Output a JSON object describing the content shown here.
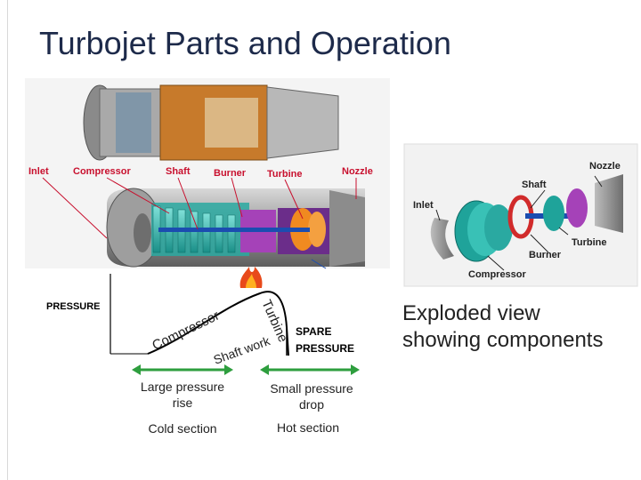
{
  "slide": {
    "title": "Turbojet Parts and Operation"
  },
  "cutaway": {
    "labels": {
      "inlet": "Inlet",
      "compressor": "Compressor",
      "shaft": "Shaft",
      "burner": "Burner",
      "turbine": "Turbine",
      "nozzle": "Nozzle"
    },
    "label_color": "#c8102e"
  },
  "exploded": {
    "labels": {
      "nozzle": "Nozzle",
      "shaft": "Shaft",
      "inlet": "Inlet",
      "turbine": "Turbine",
      "burner": "Burner",
      "compressor": "Compressor"
    },
    "caption_line1": "Exploded view",
    "caption_line2": "showing components"
  },
  "pressure_diagram": {
    "axis_label": "PRESSURE",
    "compressor_text": "Compressor",
    "turbine_text": "Turbine",
    "shaft_work_text": "Shaft work",
    "spare_line1": "SPARE",
    "spare_line2": "PRESSURE",
    "left_caption_line1": "Large pressure",
    "left_caption_line2": "rise",
    "right_caption_line1": "Small pressure",
    "right_caption_line2": "drop",
    "left_section": "Cold section",
    "right_section": "Hot section",
    "arrow_color": "#2e9e3e"
  }
}
